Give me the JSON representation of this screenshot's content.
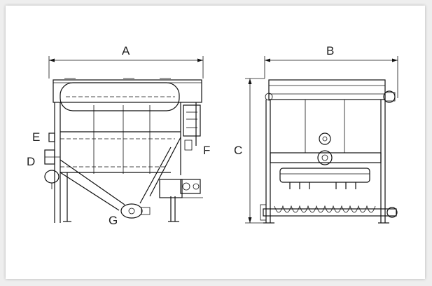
{
  "drawing": {
    "labels": {
      "a": "A",
      "b": "B",
      "c": "C",
      "d": "D",
      "e": "E",
      "f": "F",
      "g": "G"
    }
  }
}
